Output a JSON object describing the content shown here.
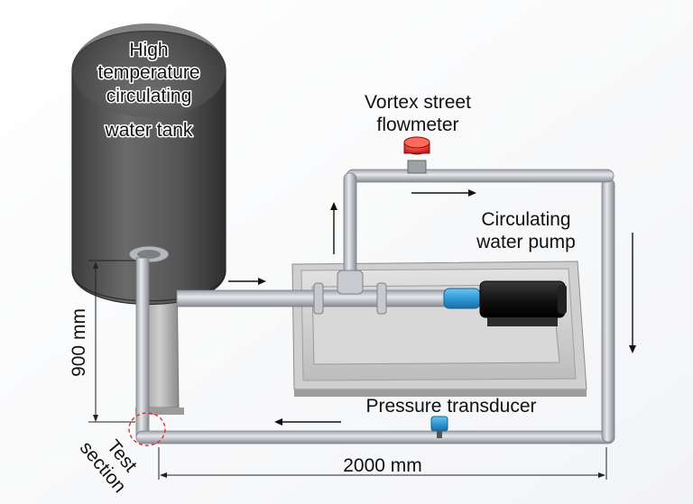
{
  "labels": {
    "tank": [
      "High",
      "temperature",
      "circulating",
      "water tank"
    ],
    "flowmeter": [
      "Vortex street",
      "flowmeter"
    ],
    "pump": [
      "Circulating",
      "water pump"
    ],
    "transducer": "Pressure transducer",
    "test_section": [
      "Test",
      "section"
    ]
  },
  "dimensions": {
    "height": "900 mm",
    "length": "2000 mm"
  },
  "colors": {
    "pipe": "#b9bcc3",
    "tank": "#4a4a4a",
    "flowmeter": "#d62222",
    "transducer": "#2f7fc4",
    "pump_coupling": "#3aa0dc",
    "motor": "#111111",
    "test_section_marker": "#d93030"
  }
}
